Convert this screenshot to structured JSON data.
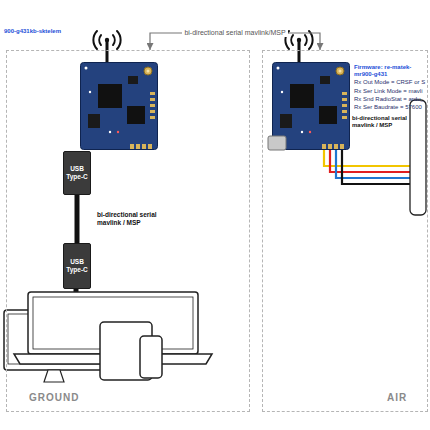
{
  "diagram": {
    "nodes": [
      {
        "text": [
          "GROUND"
        ]
      },
      {
        "text": [
          "AIR"
        ]
      },
      {
        "text": [
          "USB Type-C"
        ],
        "in": 0
      },
      {
        "text": [
          "USB Type-C"
        ],
        "in": 0
      }
    ],
    "edges": [
      {
        "from": 0,
        "to": 1,
        "arrow": "both",
        "label": "bi-directional serial mavlink/MSP"
      },
      {
        "from": 2,
        "to": 3,
        "arrow": "none",
        "label": "bi-directional serial mavlink / MSP"
      }
    ],
    "labels": [
      "900-g431kb-sktelem",
      "Firmware: re-matek-mr900-g431",
      "Rx Out Mode = CRSF or S",
      "Rx Ser Link Mode = mavli",
      "Rx Snd RadioStat = ardu_",
      "Rx Ser Baudrate = 57600",
      "bi-directional serial mavlink / MSP"
    ]
  }
}
